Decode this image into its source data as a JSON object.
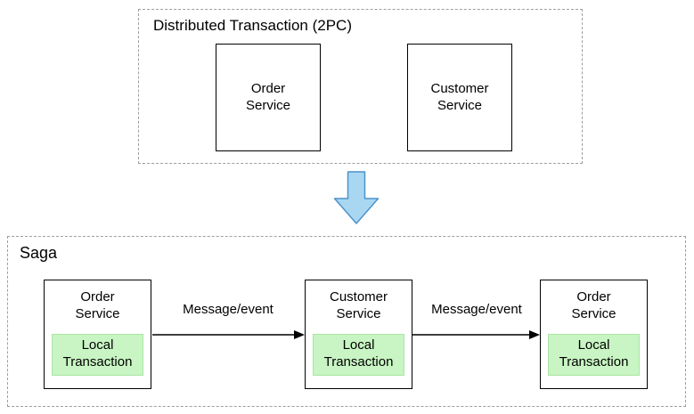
{
  "colors": {
    "canvas_bg": "#ffffff",
    "text": "#000000",
    "dashed_border": "#9e9e9e",
    "solid_border": "#000000",
    "green_fill": "#c8f5c3",
    "green_border": "#a9e6a3",
    "blue_arrow_fill": "#a9d7f2",
    "blue_arrow_stroke": "#4d94c8"
  },
  "icons": {
    "down_arrow": "down-arrow"
  },
  "top_group": {
    "title": "Distributed Transaction (2PC)",
    "boxes": [
      {
        "label": "Order\nService"
      },
      {
        "label": "Customer\nService"
      }
    ]
  },
  "bottom_group": {
    "title": "Saga",
    "nodes": [
      {
        "service": "Order\nService",
        "local_transaction": "Local\nTransaction"
      },
      {
        "service": "Customer\nService",
        "local_transaction": "Local\nTransaction"
      },
      {
        "service": "Order\nService",
        "local_transaction": "Local\nTransaction"
      }
    ],
    "edges": [
      {
        "label": "Message/event"
      },
      {
        "label": "Message/event"
      }
    ]
  }
}
